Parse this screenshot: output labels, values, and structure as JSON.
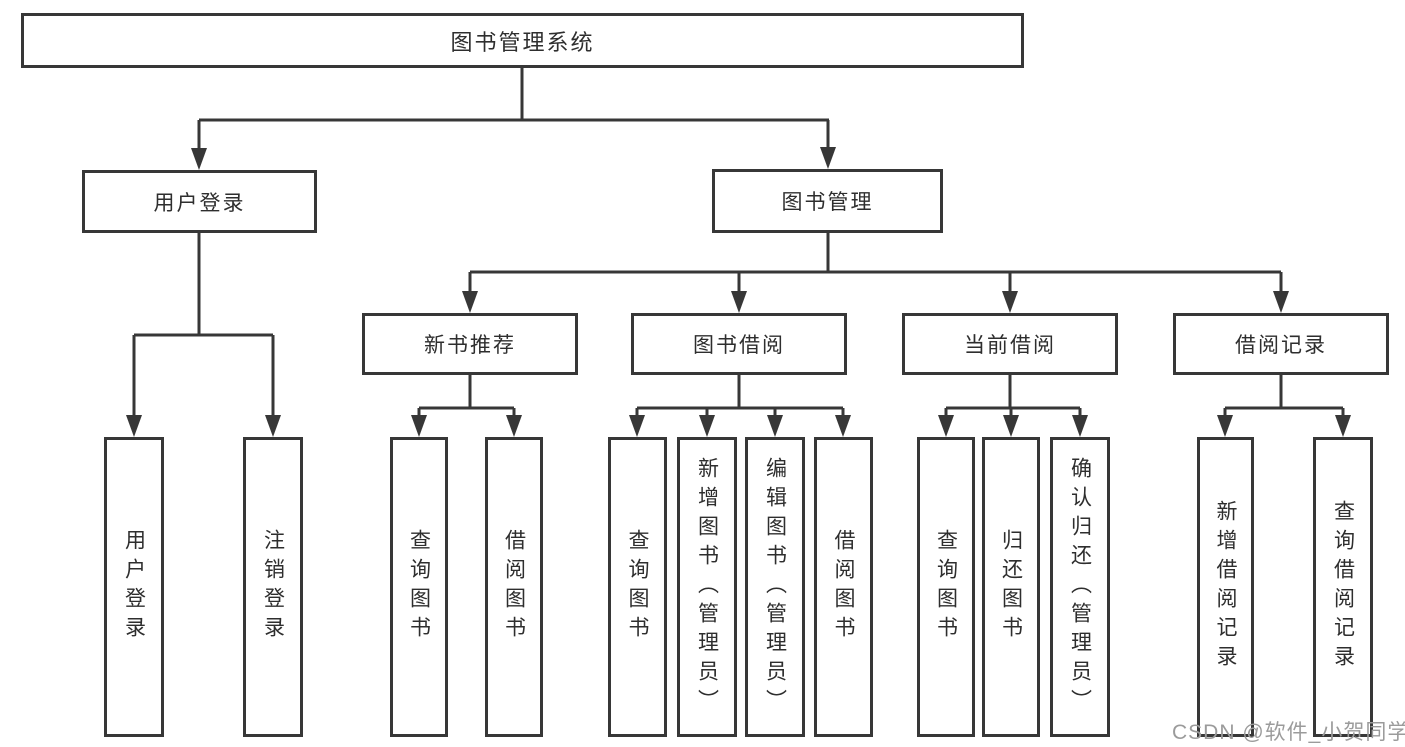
{
  "tree": {
    "label": "图书管理系统",
    "children": [
      {
        "label": "用户登录",
        "children": [
          {
            "label": "用户登录"
          },
          {
            "label": "注销登录"
          }
        ]
      },
      {
        "label": "图书管理",
        "children": [
          {
            "label": "新书推荐",
            "children": [
              {
                "label": "查询图书"
              },
              {
                "label": "借阅图书"
              }
            ]
          },
          {
            "label": "图书借阅",
            "children": [
              {
                "label": "查询图书"
              },
              {
                "label": "新增图书（管理员）"
              },
              {
                "label": "编辑图书（管理员）"
              },
              {
                "label": "借阅图书"
              }
            ]
          },
          {
            "label": "当前借阅",
            "children": [
              {
                "label": "查询图书"
              },
              {
                "label": "归还图书"
              },
              {
                "label": "确认归还（管理员）"
              }
            ]
          },
          {
            "label": "借阅记录",
            "children": [
              {
                "label": "新增借阅记录"
              },
              {
                "label": "查询借阅记录"
              }
            ]
          }
        ]
      }
    ]
  },
  "watermark": {
    "text": "CSDN @软件_小贺同学"
  },
  "colors": {
    "line": "#373737",
    "box_border": "#373737",
    "text": "#2e2e2e",
    "watermark": "#9b9b9b",
    "background": "#ffffff"
  }
}
